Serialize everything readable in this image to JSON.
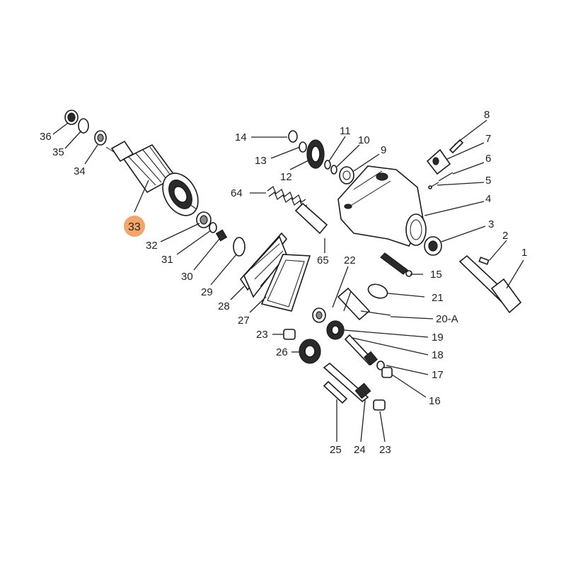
{
  "diagram": {
    "highlight_color": "#f4a66a",
    "callouts": [
      {
        "id": "c1",
        "label": "1"
      },
      {
        "id": "c2",
        "label": "2"
      },
      {
        "id": "c3",
        "label": "3"
      },
      {
        "id": "c4",
        "label": "4"
      },
      {
        "id": "c5",
        "label": "5"
      },
      {
        "id": "c6",
        "label": "6"
      },
      {
        "id": "c7",
        "label": "7"
      },
      {
        "id": "c8",
        "label": "8"
      },
      {
        "id": "c9",
        "label": "9"
      },
      {
        "id": "c10",
        "label": "10"
      },
      {
        "id": "c11",
        "label": "11"
      },
      {
        "id": "c12",
        "label": "12"
      },
      {
        "id": "c13",
        "label": "13"
      },
      {
        "id": "c14",
        "label": "14"
      },
      {
        "id": "c15",
        "label": "15"
      },
      {
        "id": "c16",
        "label": "16"
      },
      {
        "id": "c17",
        "label": "17"
      },
      {
        "id": "c18",
        "label": "18"
      },
      {
        "id": "c19",
        "label": "19"
      },
      {
        "id": "c20a",
        "label": "20-A"
      },
      {
        "id": "c21",
        "label": "21"
      },
      {
        "id": "c22",
        "label": "22"
      },
      {
        "id": "c23a",
        "label": "23"
      },
      {
        "id": "c23b",
        "label": "23"
      },
      {
        "id": "c24",
        "label": "24"
      },
      {
        "id": "c25",
        "label": "25"
      },
      {
        "id": "c26",
        "label": "26"
      },
      {
        "id": "c27",
        "label": "27"
      },
      {
        "id": "c28",
        "label": "28"
      },
      {
        "id": "c29",
        "label": "29"
      },
      {
        "id": "c30",
        "label": "30"
      },
      {
        "id": "c31",
        "label": "31"
      },
      {
        "id": "c32",
        "label": "32"
      },
      {
        "id": "c33",
        "label": "33",
        "highlighted": true
      },
      {
        "id": "c34",
        "label": "34"
      },
      {
        "id": "c35",
        "label": "35"
      },
      {
        "id": "c36",
        "label": "36"
      },
      {
        "id": "c64",
        "label": "64"
      },
      {
        "id": "c65",
        "label": "65"
      }
    ]
  }
}
